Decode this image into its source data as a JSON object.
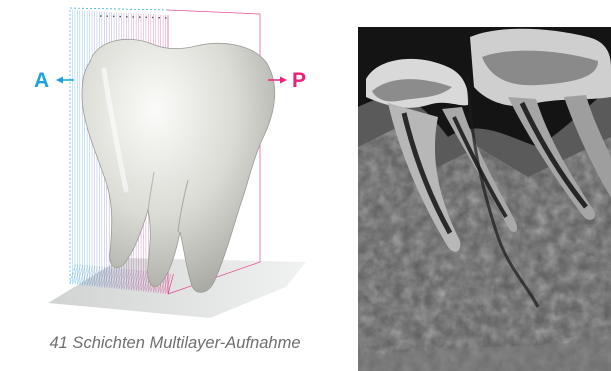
{
  "labels": {
    "anterior": "A",
    "posterior": "P"
  },
  "caption": "41 Schichten Multilayer-Aufnahme",
  "colors": {
    "anterior": "#1aa3dc",
    "posterior": "#e8227a",
    "caption": "#6f6f6f",
    "scan_background": "#141414"
  },
  "illustration": {
    "layer_count": 41,
    "subject": "tooth-illustration"
  },
  "scan": {
    "subject": "dental-cross-section-scan"
  }
}
